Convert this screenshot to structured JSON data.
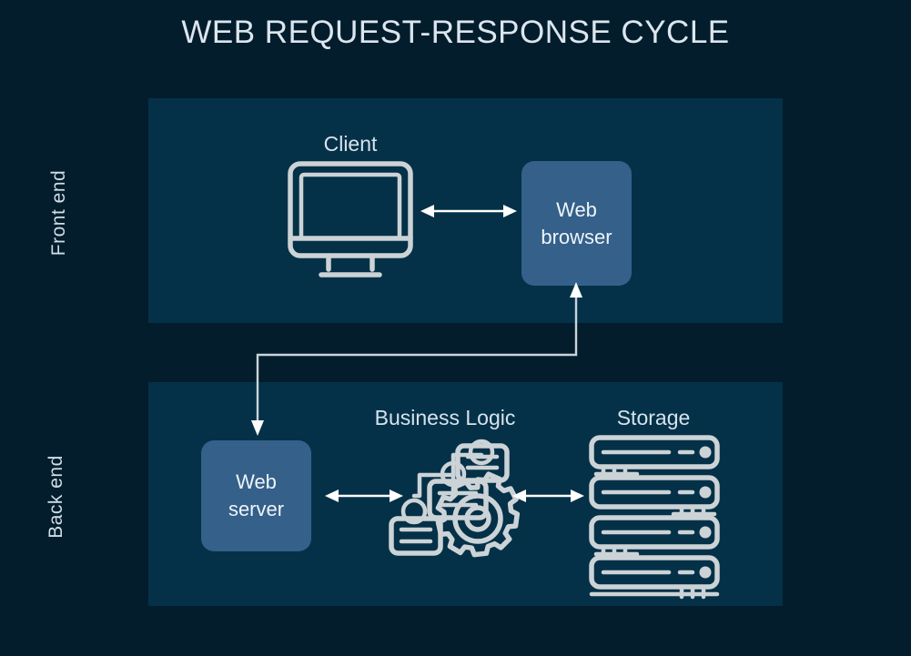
{
  "title": "WEB REQUEST-RESPONSE CYCLE",
  "colors": {
    "background": "#041d2c",
    "panel": "#043148",
    "box_blue": "#346089",
    "icon_gray": "#ccd3d6",
    "text_light": "#d6e3ec",
    "arrow_white": "#ffffff"
  },
  "tiers": [
    {
      "id": "front-end",
      "label": "Front end"
    },
    {
      "id": "back-end",
      "label": "Back end"
    }
  ],
  "nodes": {
    "client": {
      "caption": "Client",
      "icon": "desktop-monitor-icon"
    },
    "web_browser": {
      "label": "Web\nbrowser",
      "type": "box"
    },
    "web_server": {
      "label": "Web\nserver",
      "type": "box"
    },
    "business_logic": {
      "caption": "Business Logic",
      "icon": "business-logic-gear-icon"
    },
    "storage": {
      "caption": "Storage",
      "icon": "server-stack-icon"
    }
  },
  "connections": [
    {
      "from": "client",
      "to": "web_browser",
      "style": "double-arrow"
    },
    {
      "from": "web_browser",
      "to": "web_server",
      "style": "elbow-arrow"
    },
    {
      "from": "web_server",
      "to": "business_logic",
      "style": "double-arrow"
    },
    {
      "from": "business_logic",
      "to": "storage",
      "style": "double-arrow"
    }
  ]
}
